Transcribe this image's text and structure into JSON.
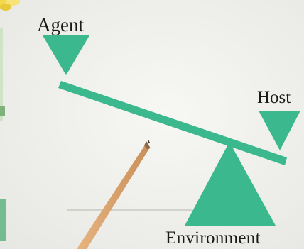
{
  "diagram": {
    "labels": {
      "agent": "Agent",
      "host": "Host",
      "environment": "Environment"
    },
    "colors": {
      "shape_fill": "#3cb88e",
      "paper": "#f2f2ef",
      "pencil_wood": "#d9a06a",
      "pencil_lead": "#6b5a48"
    }
  }
}
